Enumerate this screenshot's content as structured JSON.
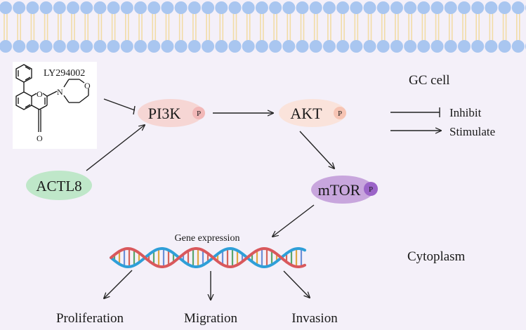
{
  "diagram": {
    "inhibitor": {
      "name": "LY294002",
      "structure_atoms": {
        "nitrogen": "N",
        "ring_oxygen": "O",
        "morpholine_oxygen": "O",
        "carbonyl_oxygen": "O"
      }
    },
    "nodes": {
      "pi3k": {
        "label": "PI3K",
        "phospho": "P",
        "color": "#f6d6d4",
        "badge_color": "#f2b8b8"
      },
      "akt": {
        "label": "AKT",
        "phospho": "P",
        "color": "#fae3db",
        "badge_color": "#f6c4b4"
      },
      "mtor": {
        "label": "mTOR",
        "phospho": "P",
        "color": "#c8a6dd",
        "badge_color": "#9b64c8"
      },
      "actl8": {
        "label": "ACTL8",
        "color": "#bfe7c9"
      }
    },
    "legend": {
      "title": "GC cell",
      "inhibit": "Inhibit",
      "stimulate": "Stimulate"
    },
    "gene_expression": "Gene expression",
    "compartment": "Cytoplasm",
    "outcomes": [
      "Proliferation",
      "Migration",
      "Invasion"
    ],
    "membrane": {
      "head_color": "#a9c6f0",
      "tail_color": "#f2dca6"
    }
  }
}
